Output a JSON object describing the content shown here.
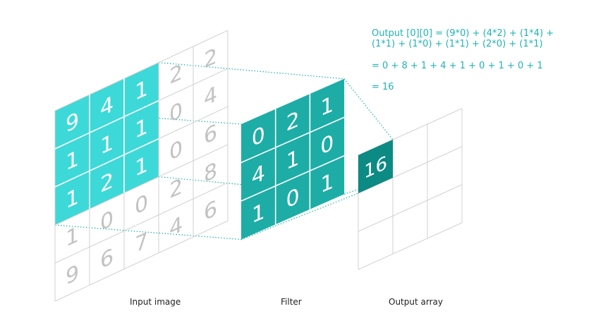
{
  "colors": {
    "grid_line": "#d0d0d0",
    "input_highlight": "#3dd9d8",
    "filter_fill": "#1dada6",
    "output_fill": "#0c8a84",
    "text_teal": "#1fb3b5",
    "digit_gray": "#c3c3c3",
    "digit_white": "#ffffff",
    "connector": "#2cb3b3"
  },
  "formula": {
    "line1": "Output [0][0] = (9*0) + (4*2) + (1*4) +",
    "line2": "(1*1) + (1*0) + (1*1) + (2*0) + (1*1)",
    "line3": "= 0 + 8 + 1 + 4 + 1 + 0 + 1 + 0 + 1",
    "line4": "= 16"
  },
  "input_image": {
    "label": "Input image",
    "rows": [
      [
        "9",
        "4",
        "1",
        "2",
        "2"
      ],
      [
        "1",
        "1",
        "1",
        "0",
        "4"
      ],
      [
        "1",
        "2",
        "1",
        "0",
        "6"
      ],
      [
        "1",
        "0",
        "0",
        "2",
        "8"
      ],
      [
        "9",
        "6",
        "7",
        "4",
        "6"
      ]
    ]
  },
  "filter": {
    "label": "Filter",
    "rows": [
      [
        "0",
        "2",
        "1"
      ],
      [
        "4",
        "1",
        "0"
      ],
      [
        "1",
        "0",
        "1"
      ]
    ]
  },
  "output_array": {
    "label": "Output array",
    "first_value": "16"
  }
}
